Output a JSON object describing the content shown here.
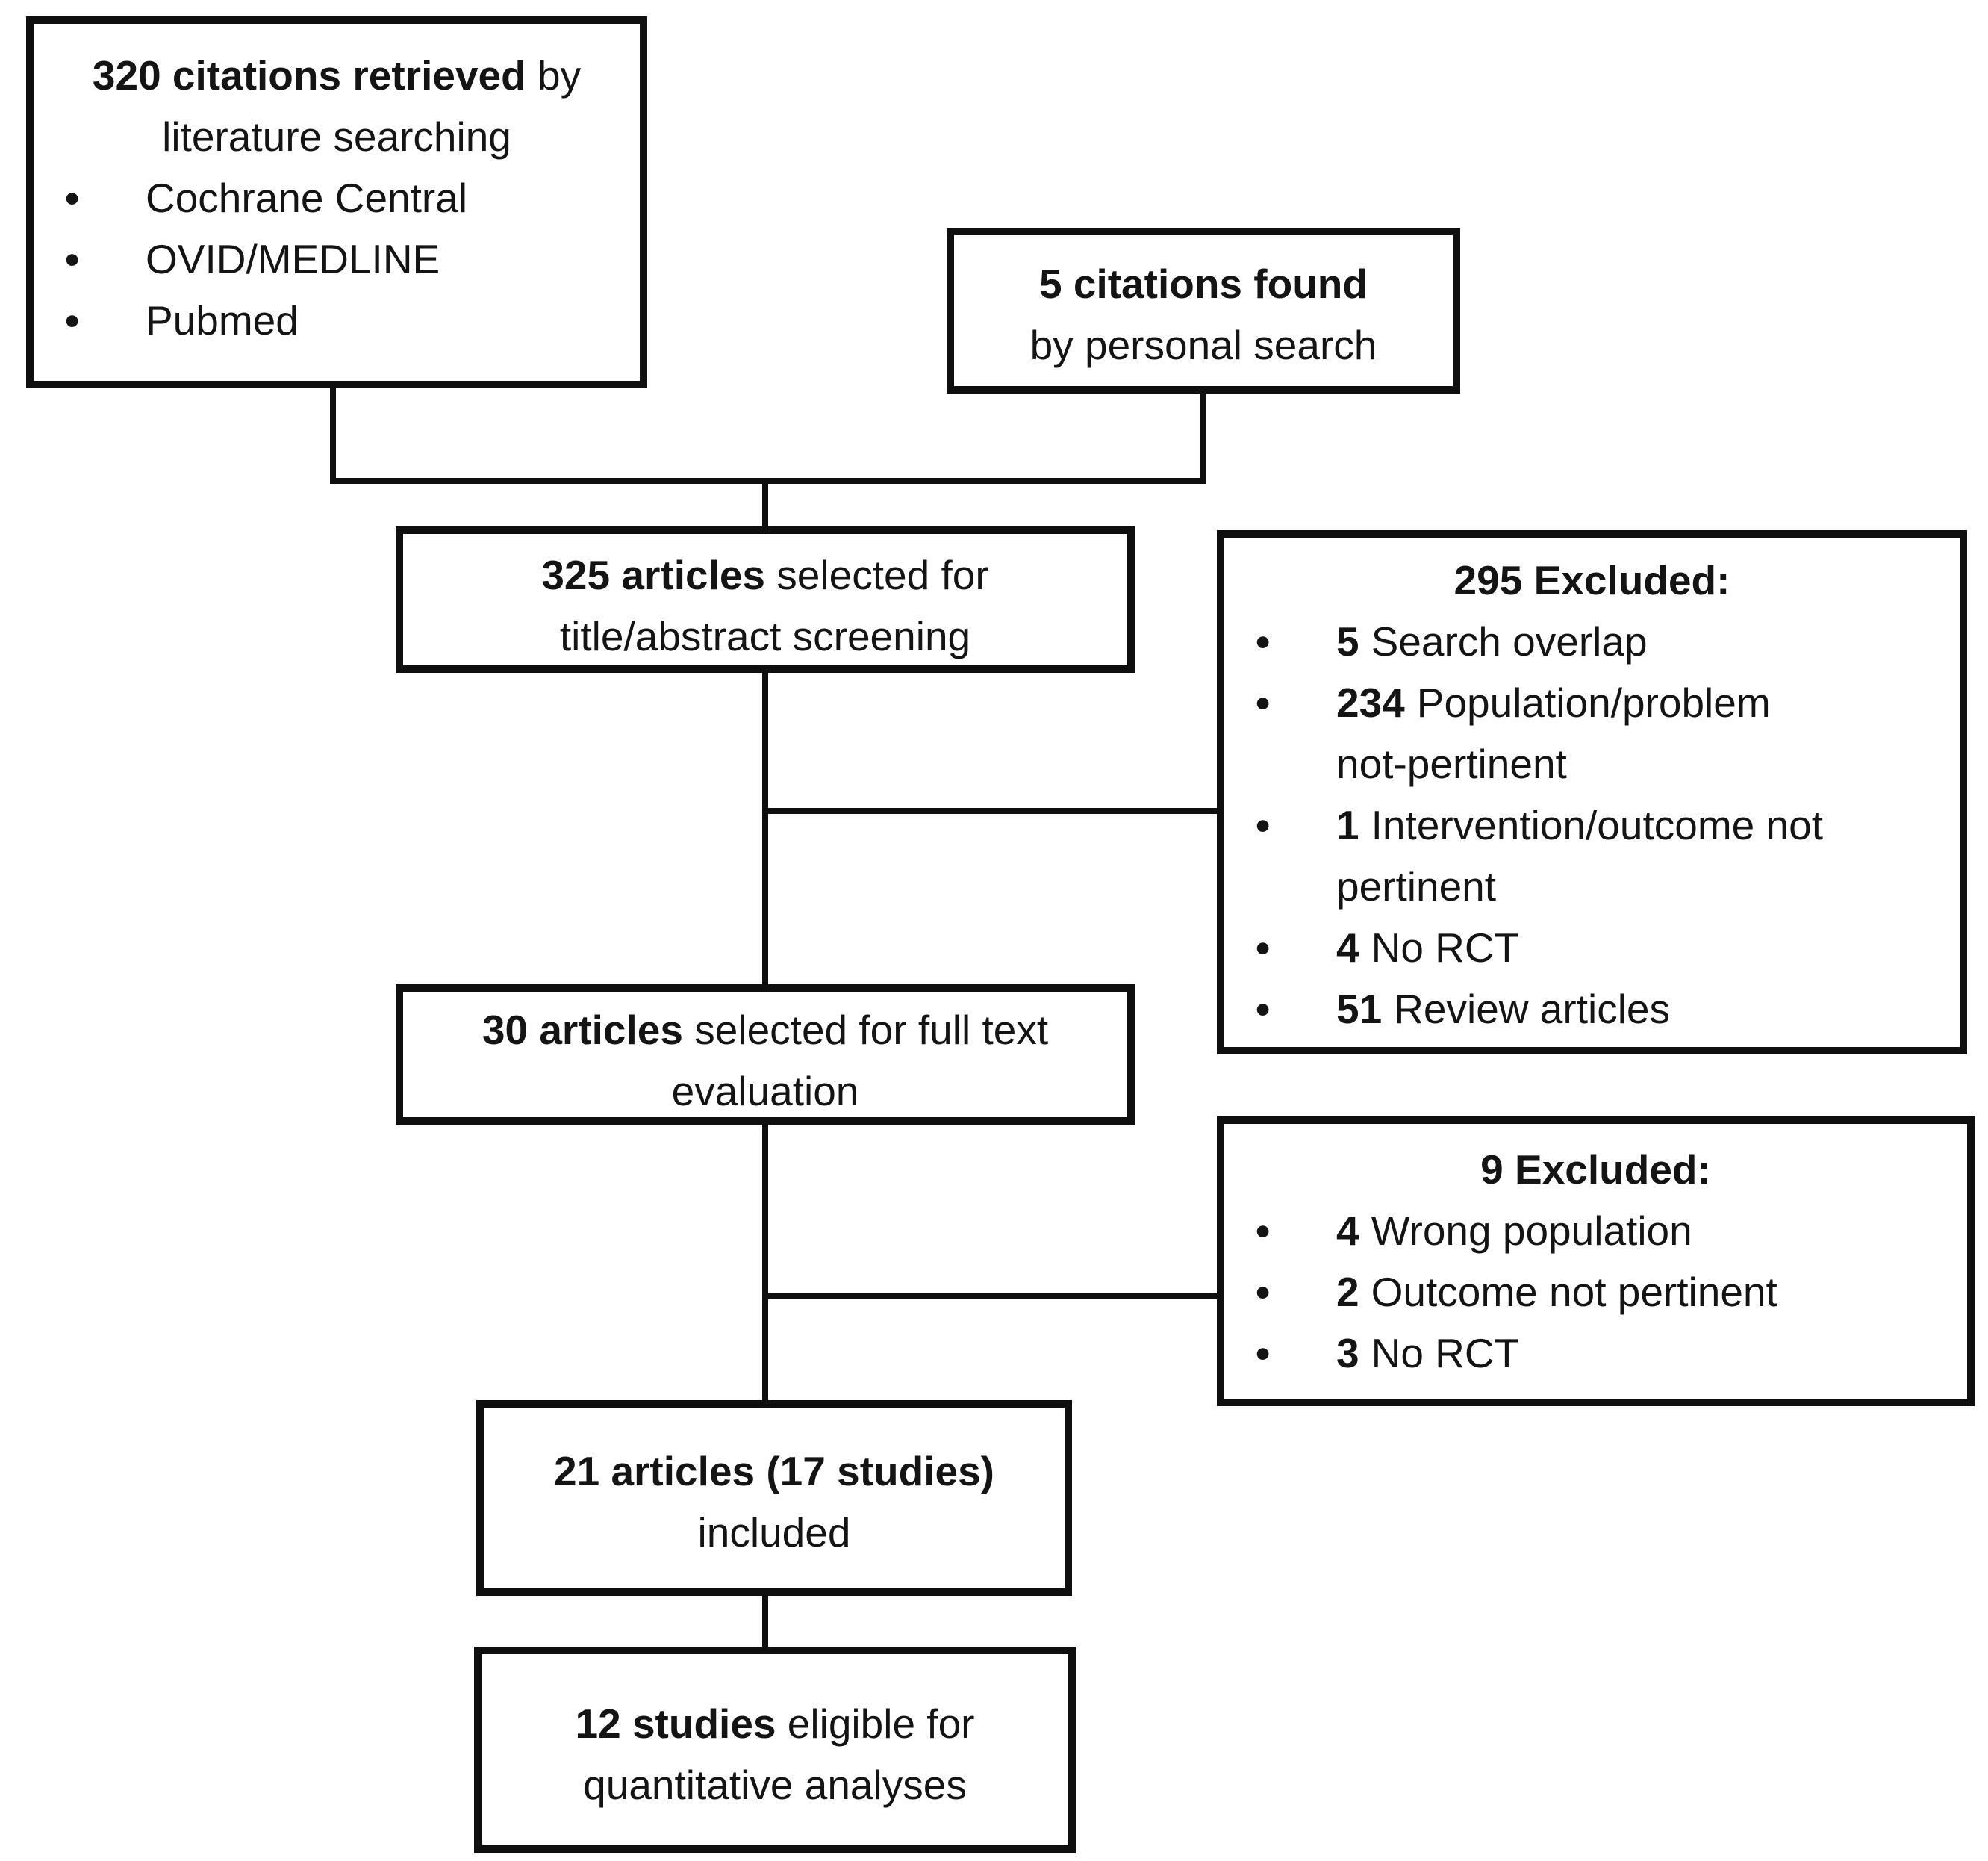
{
  "diagram": {
    "retrieved": {
      "line1_bold": "320 citations retrieved",
      "line1_rest": " by",
      "line2": "literature searching",
      "bullets": [
        "Cochrane Central",
        "OVID/MEDLINE",
        "Pubmed"
      ]
    },
    "personal": {
      "line1_bold": "5 citations found",
      "line2": "by personal search"
    },
    "screening": {
      "line1_bold": "325 articles",
      "line1_rest": " selected for",
      "line2": "title/abstract screening"
    },
    "excluded_screening": {
      "title": "295 Excluded:",
      "items": [
        {
          "num": "5",
          "text": "Search overlap"
        },
        {
          "num": "234",
          "text": "Population/problem not-pertinent"
        },
        {
          "num": "1",
          "text": "Intervention/outcome not pertinent"
        },
        {
          "num": "4",
          "text": "No RCT"
        },
        {
          "num": "51",
          "text": "Review articles"
        }
      ]
    },
    "fulltext": {
      "line1_bold": "30 articles",
      "line1_rest": " selected for full text",
      "line2": "evaluation"
    },
    "excluded_fulltext": {
      "title": "9 Excluded:",
      "items": [
        {
          "num": "4",
          "text": "Wrong population"
        },
        {
          "num": "2",
          "text": "Outcome not pertinent"
        },
        {
          "num": "3",
          "text": "No RCT"
        }
      ]
    },
    "included": {
      "line1_bold": "21 articles (17 studies)",
      "line2": "included"
    },
    "quantitative": {
      "line1_bold": "12 studies",
      "line1_rest": " eligible for",
      "line2": "quantitative analyses"
    },
    "colors": {
      "line_and_border": "#0f0f0f",
      "text": "#141414",
      "background": "#ffffff"
    }
  }
}
